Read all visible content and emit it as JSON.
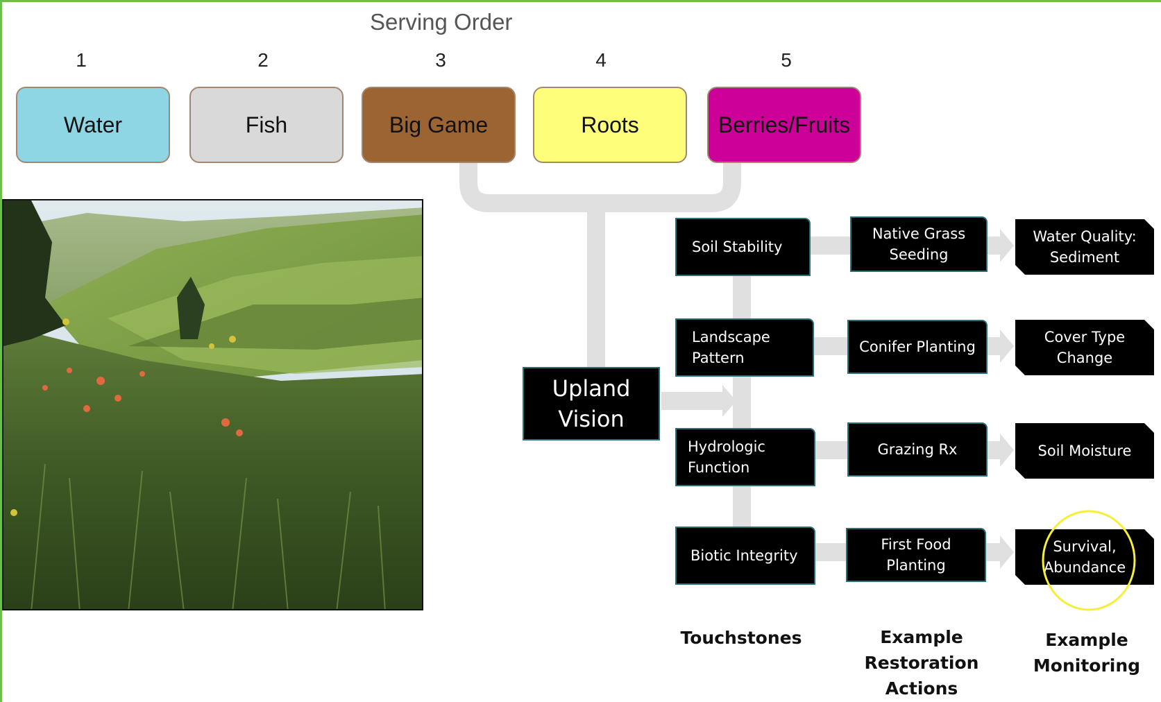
{
  "diagram": {
    "title": "Serving Order",
    "serving_order": [
      {
        "number": "1",
        "label": "Water",
        "color": "#8fd6e5"
      },
      {
        "number": "2",
        "label": "Fish",
        "color": "#d9d9d9"
      },
      {
        "number": "3",
        "label": "Big Game",
        "color": "#9c6432"
      },
      {
        "number": "4",
        "label": "Roots",
        "color": "#fefe7a"
      },
      {
        "number": "5",
        "label": "Berries/Fruits",
        "color": "#cc0099"
      }
    ],
    "vision": "Upland Vision",
    "touchstones": [
      "Soil Stability",
      "Landscape Pattern",
      "Hydrologic Function",
      "Biotic Integrity"
    ],
    "restoration_actions": [
      "Native Grass Seeding",
      "Conifer Planting",
      "Grazing Rx",
      "First Food Planting"
    ],
    "monitoring": [
      "Water Quality: Sediment",
      "Cover Type Change",
      "Soil Moisture",
      "Survival, Abundance"
    ],
    "column_headers": {
      "touchstones": "Touchstones",
      "restoration": "Example Restoration Actions",
      "monitoring": "Example Monitoring"
    },
    "highlight_color": "#f5ef3a",
    "pipe_color": "#e0e0e0"
  }
}
